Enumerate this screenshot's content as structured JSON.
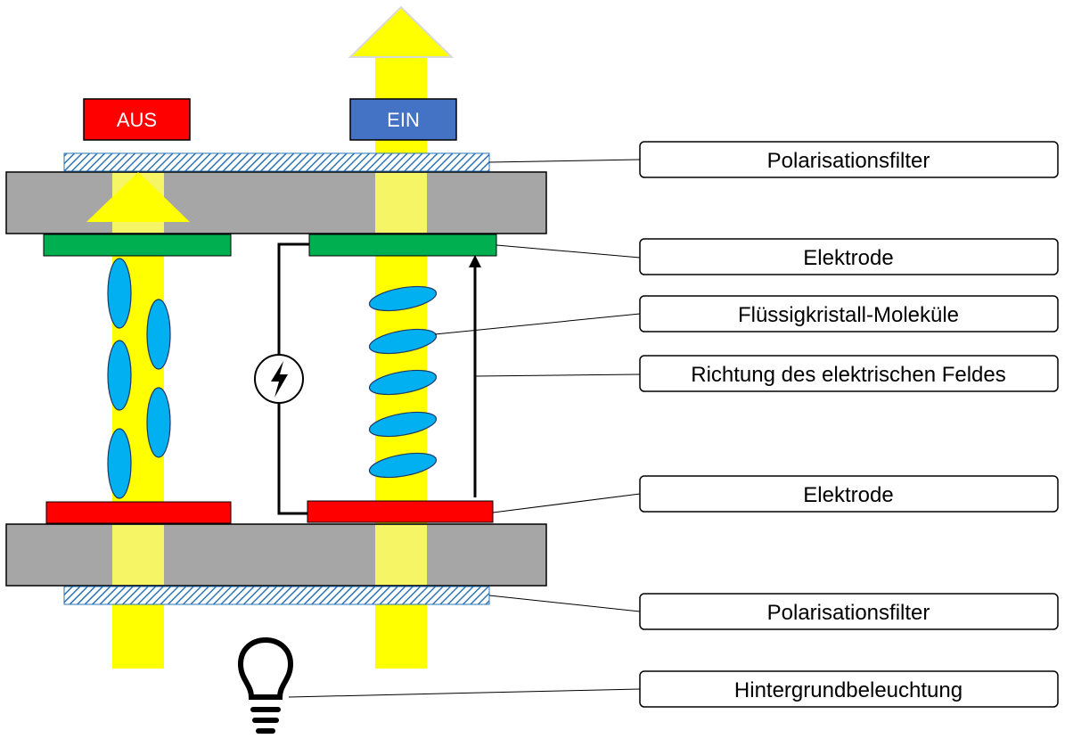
{
  "states": {
    "off_label": "AUS",
    "on_label": "EIN"
  },
  "callouts": [
    {
      "id": "top-filter",
      "label": "Polarisationsfilter"
    },
    {
      "id": "top-electrode",
      "label": "Elektrode"
    },
    {
      "id": "molecules",
      "label": "Flüssigkristall-Moleküle"
    },
    {
      "id": "field-direction",
      "label": "Richtung des elektrischen Feldes"
    },
    {
      "id": "bottom-electrode",
      "label": "Elektrode"
    },
    {
      "id": "bottom-filter",
      "label": "Polarisationsfilter"
    },
    {
      "id": "backlight",
      "label": "Hintergrundbeleuchtung"
    }
  ],
  "icons": {
    "power_source": "lightning-bolt-icon",
    "backlight": "light-bulb-icon"
  },
  "colors": {
    "light": "#ffff00",
    "off_badge": "#ff0000",
    "on_badge": "#4472c4",
    "glass": "#a6a6a6",
    "top_electrode": "#00b050",
    "bottom_electrode": "#ff0000",
    "molecule": "#00b0f0",
    "filter_hatch": "#2e75b6"
  }
}
